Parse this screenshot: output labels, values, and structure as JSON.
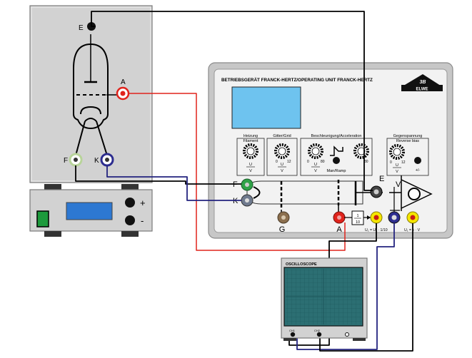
{
  "device": {
    "title": "BETRIEBSGERÄT FRANCK-HERTZ/OPERATING UNIT FRANCK-HERTZ",
    "brand": "ELWE",
    "controls": [
      {
        "label1": "Heizung",
        "label2": "Filament",
        "unit_top": "U",
        "unit_bot": "V"
      },
      {
        "label1": "Gitter/Grid",
        "label2": "",
        "min": "0",
        "max": "12",
        "unit_top": "U",
        "unit_bot": "V"
      },
      {
        "label1": "Beschleunigung/Acceleration",
        "label2": "",
        "min": "0",
        "max": "80",
        "unit_top": "U",
        "unit_bot": "V"
      },
      {
        "label1": "Gegenspannung",
        "label2": "Reverse bias",
        "min": "0",
        "max": "12",
        "unit_top": "U",
        "unit_bot": "V"
      }
    ],
    "man_ramp": "Man/Ramp",
    "pm": "+/-",
    "divider_top": "1",
    "divider_bot": "10",
    "out_left": "U₁ = U₁ · 1/10",
    "out_right": "U₁ = k · V",
    "jack_letters": {
      "F": "F",
      "K": "K",
      "G": "G",
      "A": "A",
      "E": "E",
      "V": "V"
    }
  },
  "tube_housing": {
    "labels": {
      "E": "E",
      "A": "A",
      "F": "F",
      "K": "K"
    }
  },
  "psu": {
    "plus": "+",
    "minus": "-"
  },
  "scope": {
    "title": "OSCILLOSCOPE",
    "ch1": "CH1",
    "ch2": "CH2"
  },
  "colors": {
    "panel_bg": "#c7c7c7",
    "panel_face": "#f2f2f2",
    "screen": "#6ec3ef",
    "scope_screen": "#3b8c90",
    "wire_black": "#000000",
    "wire_red": "#e0231c",
    "wire_blue": "#23237f",
    "jack_red": "#e0231c",
    "jack_green": "#2fa247",
    "jack_blue": "#2d2d8f",
    "jack_yellow": "#f5e600",
    "jack_brown": "#8b6f4e"
  }
}
